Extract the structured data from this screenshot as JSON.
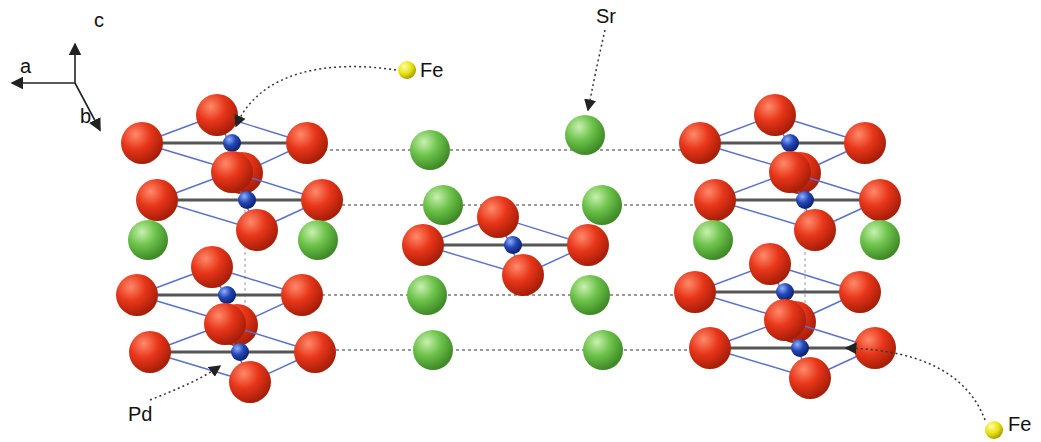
{
  "diagram": {
    "labels": [
      "c",
      "a",
      "b",
      "Fe",
      "Sr",
      "Pd",
      "Fe"
    ]
  }
}
